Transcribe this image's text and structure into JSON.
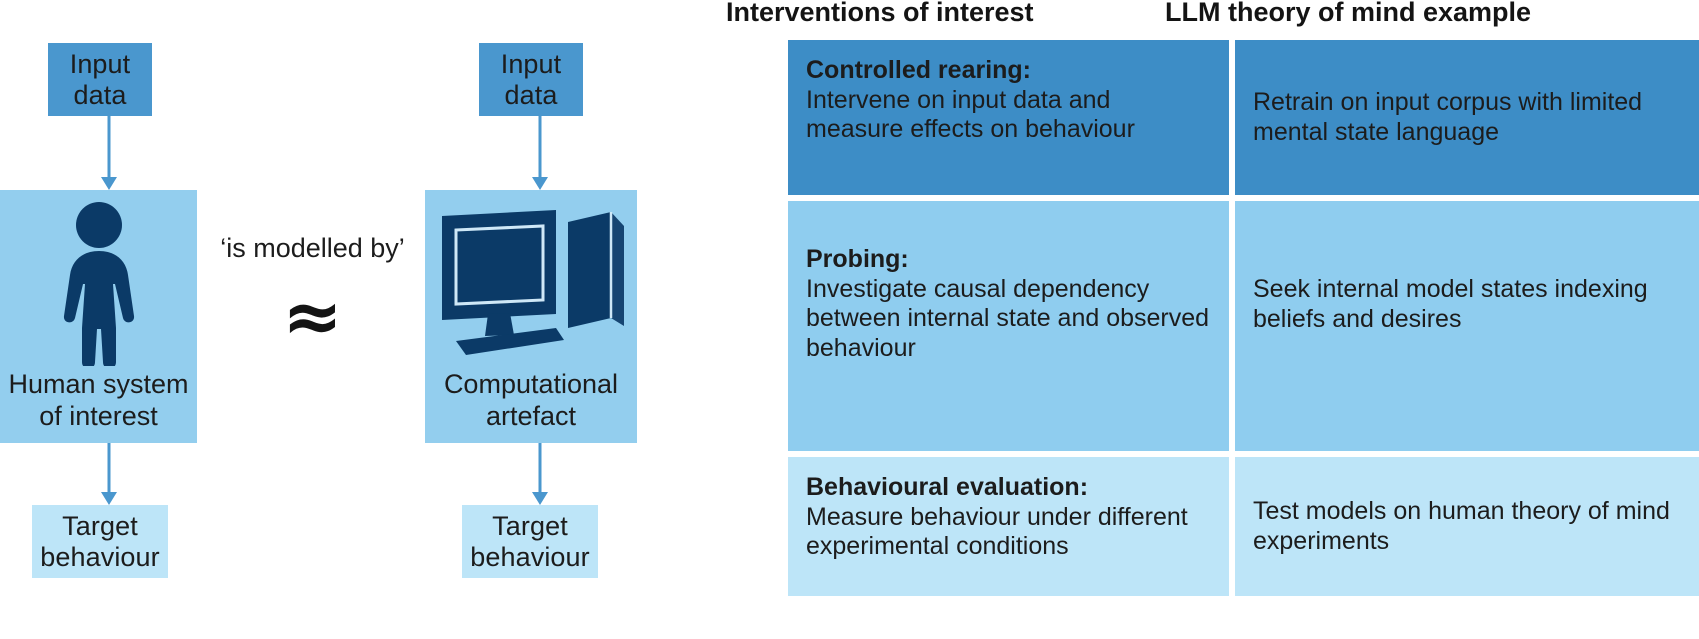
{
  "diagram": {
    "left_column": {
      "input_label": "Input\ndata",
      "system_label": "Human system\nof interest",
      "system_icon": "person-icon",
      "target_label": "Target\nbehaviour"
    },
    "right_column": {
      "input_label": "Input\ndata",
      "system_label": "Computational\nartefact",
      "system_icon": "desktop-computer-icon",
      "target_label": "Target\nbehaviour"
    },
    "relation_text": "‘is modelled by’",
    "relation_symbol": "≈",
    "colors": {
      "box_mid_blue": "#4a97ce",
      "box_light_blue": "#93ceee",
      "box_pale_blue": "#bde5f8",
      "icon_navy": "#0b3a67",
      "arrow_blue": "#4a97ce"
    }
  },
  "table": {
    "headers": [
      "Interventions of interest",
      "LLM theory of mind example"
    ],
    "rows": [
      {
        "intervention_title": "Controlled rearing:",
        "intervention_desc": "Intervene on input data and measure effects on behaviour",
        "example": "Retrain on input corpus with limited mental state language",
        "row_color": "#3d8dc6"
      },
      {
        "intervention_title": "Probing:",
        "intervention_desc": "Investigate causal dependency between internal state and observed behaviour",
        "example": "Seek internal model states indexing beliefs and desires",
        "row_color": "#8fcdef"
      },
      {
        "intervention_title": "Behavioural evaluation:",
        "intervention_desc": "Measure behaviour under different experimental conditions",
        "example": "Test models on human theory of mind experiments",
        "row_color": "#bde5f8"
      }
    ]
  }
}
